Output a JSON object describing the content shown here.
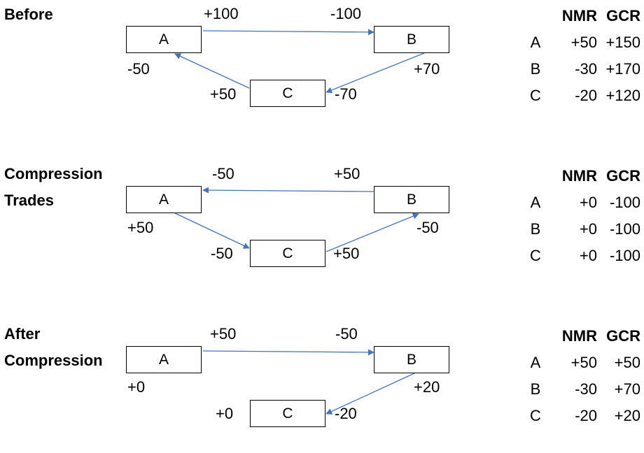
{
  "panels": [
    {
      "title_lines": [
        "Before",
        ""
      ],
      "nodes": {
        "a": "A",
        "b": "B",
        "c": "C"
      },
      "labels": {
        "ab_start": "+100",
        "ab_end": "-100",
        "bc_start": "+70",
        "bc_end": "-70",
        "ca_start": "+50",
        "ca_end": "-50"
      },
      "table": {
        "header": [
          "",
          "NMR",
          "GCR"
        ],
        "rows": [
          [
            "A",
            "+50",
            "+150"
          ],
          [
            "B",
            "-30",
            "+170"
          ],
          [
            "C",
            "-20",
            "+120"
          ]
        ]
      }
    },
    {
      "title_lines": [
        "Compression",
        "Trades"
      ],
      "nodes": {
        "a": "A",
        "b": "B",
        "c": "C"
      },
      "labels": {
        "ba_start": "+50",
        "ba_end": "-50",
        "ac_start": "+50",
        "ac_end": "-50",
        "cb_start": "+50",
        "cb_end": "-50"
      },
      "table": {
        "header": [
          "",
          "NMR",
          "GCR"
        ],
        "rows": [
          [
            "A",
            "+0",
            "-100"
          ],
          [
            "B",
            "+0",
            "-100"
          ],
          [
            "C",
            "+0",
            "-100"
          ]
        ]
      }
    },
    {
      "title_lines": [
        "After",
        "Compression"
      ],
      "nodes": {
        "a": "A",
        "b": "B",
        "c": "C"
      },
      "labels": {
        "ab_start": "+50",
        "ab_end": "-50",
        "bc_start": "+20",
        "bc_end": "-20",
        "a_net": "+0",
        "c_net": "+0"
      },
      "table": {
        "header": [
          "",
          "NMR",
          "GCR"
        ],
        "rows": [
          [
            "A",
            "+50",
            "+50"
          ],
          [
            "B",
            "-30",
            "+70"
          ],
          [
            "C",
            "-20",
            "+20"
          ]
        ]
      }
    }
  ],
  "colors": {
    "arrow": "#4472C4",
    "box_border": "#000000",
    "text": "#000000"
  }
}
